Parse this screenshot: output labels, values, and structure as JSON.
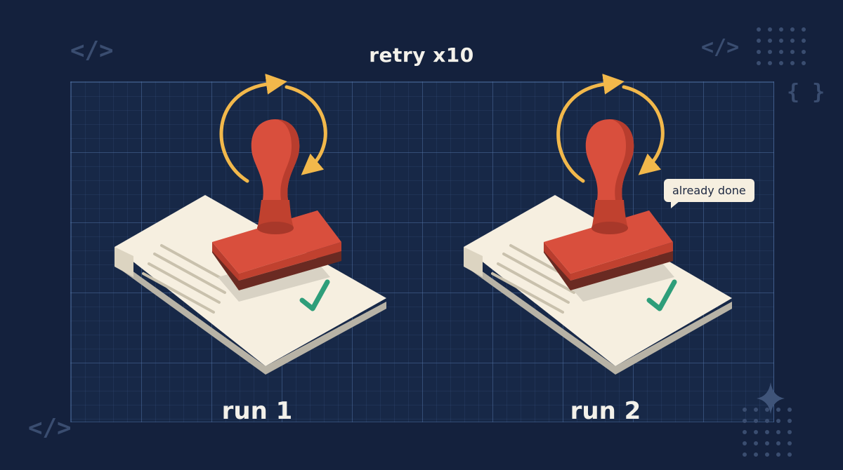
{
  "title": "retry x10",
  "runs": [
    {
      "label": "run 1"
    },
    {
      "label": "run 2",
      "note": "already done"
    }
  ],
  "decorations": {
    "code_icon": "</>",
    "brace_icon": "{ }"
  },
  "colors": {
    "background": "#14213d",
    "stamp": "#d94f3d",
    "arrow": "#f2b84b",
    "paper": "#f6efe0",
    "check": "#2e9e7a"
  }
}
